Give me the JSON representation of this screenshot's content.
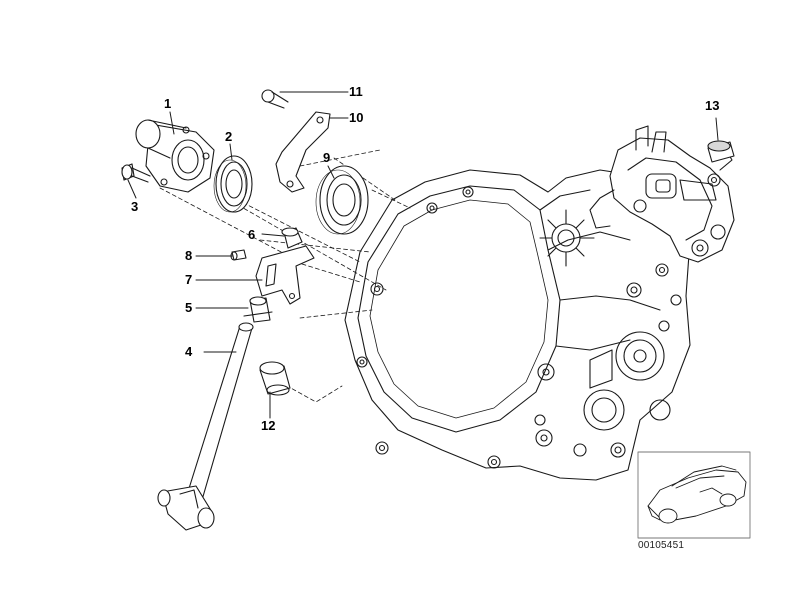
{
  "diagram": {
    "labels": [
      {
        "id": "p1",
        "text": "1"
      },
      {
        "id": "p2",
        "text": "2"
      },
      {
        "id": "p3",
        "text": "3"
      },
      {
        "id": "p4",
        "text": "4"
      },
      {
        "id": "p5",
        "text": "5"
      },
      {
        "id": "p6",
        "text": "6"
      },
      {
        "id": "p7",
        "text": "7"
      },
      {
        "id": "p8",
        "text": "8"
      },
      {
        "id": "p9",
        "text": "9"
      },
      {
        "id": "p10",
        "text": "10"
      },
      {
        "id": "p11",
        "text": "11"
      },
      {
        "id": "p12",
        "text": "12"
      },
      {
        "id": "p13",
        "text": "13"
      }
    ],
    "reference_number": "00105451",
    "colors": {
      "line": "#1a1a1a",
      "fill": "#ffffff",
      "shade": "#d8d8d8"
    }
  }
}
